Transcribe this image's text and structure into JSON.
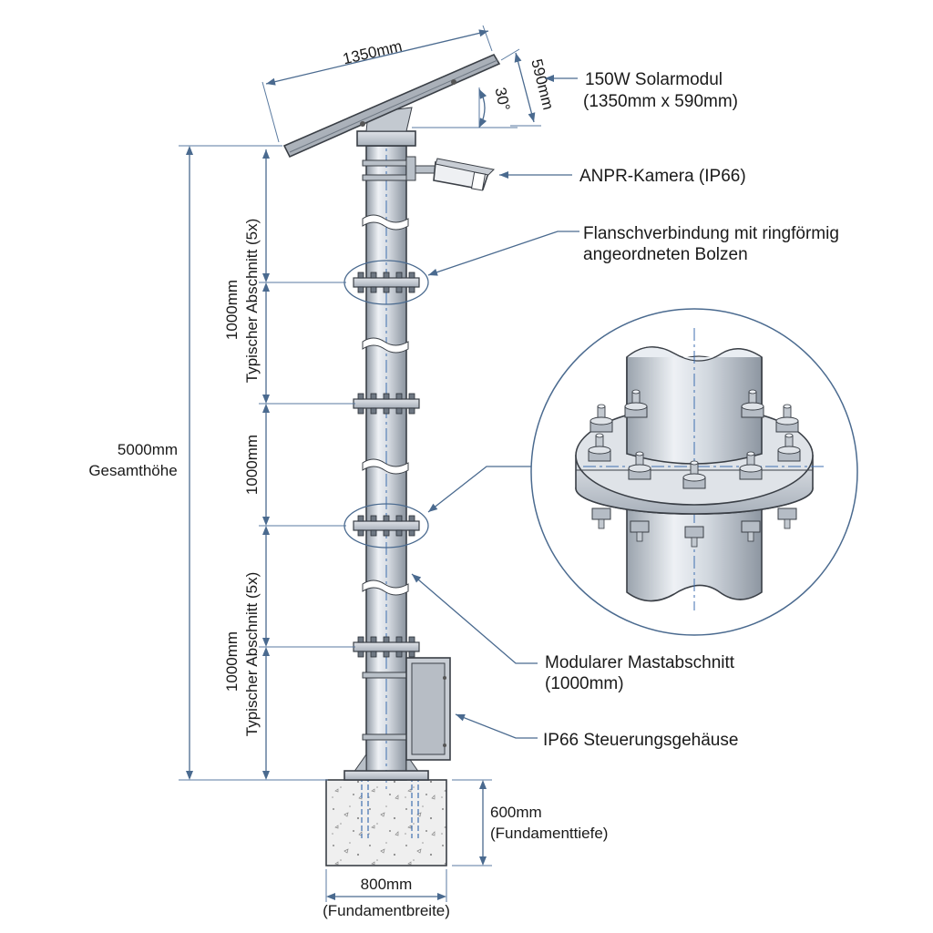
{
  "labels": {
    "solar_module_line1": "150W Solarmodul",
    "solar_module_line2": "(1350mm x 590mm)",
    "camera": "ANPR-Kamera (IP66)",
    "flange_line1": "Flanschverbindung mit ringförmig",
    "flange_line2": "angeordneten Bolzen",
    "section_line1": "Modularer Mastabschnitt",
    "section_line2": "(1000mm)",
    "enclosure": "IP66 Steuerungsgehäuse",
    "foundation_depth_line1": "600mm",
    "foundation_depth_line2": "(Fundamenttiefe)",
    "foundation_width_line1": "800mm",
    "foundation_width_line2": "(Fundamentbreite)"
  },
  "dimensions": {
    "panel_length": "1350mm",
    "panel_width": "590mm",
    "panel_angle": "30°",
    "total_height_value": "5000mm",
    "total_height_label": "Gesamthöhe",
    "typical_section_value": "1000mm",
    "typical_section_label": "Typischer Abschnitt (5x)",
    "middle_section_value": "1000mm"
  },
  "colors": {
    "dimension_blue": "#4a6a8f",
    "centerline_blue": "#3f6fb0",
    "steel_light": "#e4e8ee",
    "steel_dark": "#9aa3ad",
    "concrete": "#eeeeee"
  }
}
